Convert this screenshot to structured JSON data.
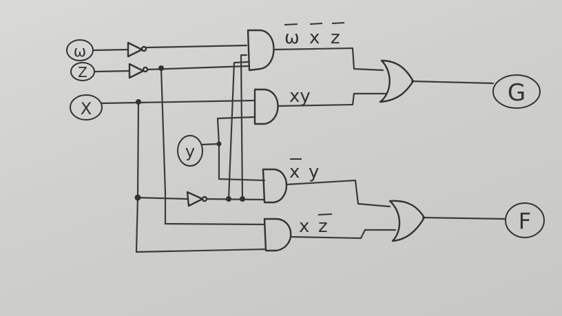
{
  "inputs": {
    "w": "ω",
    "z": "Z",
    "x": "X",
    "y": "y"
  },
  "outputs": {
    "g": "G",
    "f": "F"
  },
  "terms": {
    "wbar_xbar_zbar": [
      "ω",
      "x",
      "z"
    ],
    "xy": "xy",
    "xbar_y": [
      "x",
      "y"
    ],
    "x_zbar": [
      "x",
      "z"
    ]
  }
}
